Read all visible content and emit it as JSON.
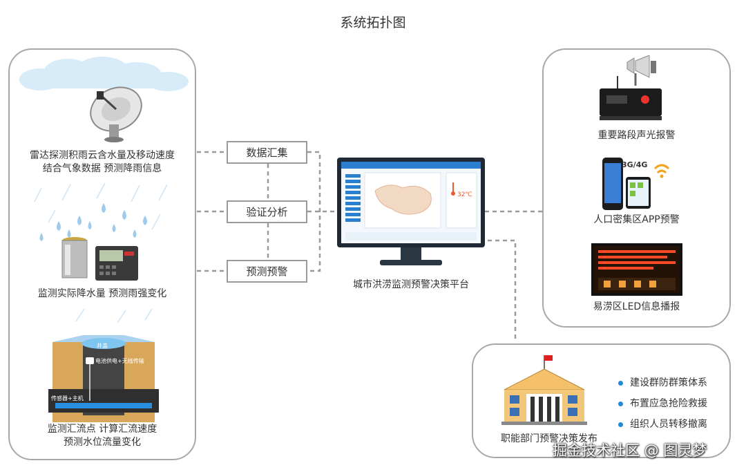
{
  "title": "系统拓扑图",
  "left": {
    "radar_caption_1": "雷达探测积雨云含水量及移动速度",
    "radar_caption_2": "结合气象数据  预测降雨信息",
    "rain_caption": "监测实际降水量  预测雨强变化",
    "well_caption_1": "监测汇流点   计算汇流速度",
    "well_caption_2": "预测水位流量变化",
    "well_label": "井盖",
    "power_label": "电池供电+无线传输",
    "sensor_label": "传感器+主机"
  },
  "process": {
    "collect": "数据汇集",
    "verify": "验证分析",
    "warn": "预测预警"
  },
  "platform": {
    "label": "城市洪涝监测预警决策平台",
    "screen_temp": "32℃"
  },
  "right": {
    "sound_light": "重要路段声光报警",
    "app_alert": "人口密集区APP预警",
    "led_alert": "易涝区LED信息播报",
    "network_label": "3G/4G"
  },
  "dept": {
    "caption": "职能部门预警决策发布",
    "bullets": [
      "建设群防群策体系",
      "布置应急抢险救援",
      "组织人员转移撤离"
    ]
  },
  "watermark": "掘金技术社区 @ 图灵梦",
  "colors": {
    "accent_blue": "#1e8bd6",
    "panel_border": "#a8a8a8",
    "led_red": "#ff4a2a"
  }
}
